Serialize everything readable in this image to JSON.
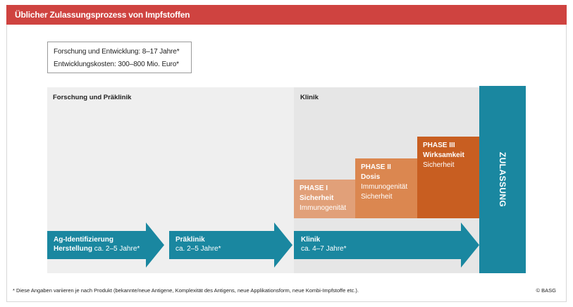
{
  "header": {
    "title": "Üblicher Zulassungsprozess von Impfstoffen"
  },
  "info": {
    "line1": "Forschung und Entwicklung: 8–17 Jahre*",
    "line2": "Entwicklungskosten: 300–800 Mio. Euro*"
  },
  "zones": {
    "pre": "Forschung und Präklinik",
    "clinic": "Klinik"
  },
  "phases": [
    {
      "title": "PHASE I",
      "bold": "Sicherheit",
      "lines": [
        "Immunogenität"
      ]
    },
    {
      "title": "PHASE II",
      "bold": "Dosis",
      "lines": [
        "Immunogenität",
        "Sicherheit"
      ]
    },
    {
      "title": "PHASE III",
      "bold": "Wirksamkeit",
      "lines": [
        "Sicherheit"
      ]
    }
  ],
  "arrows": [
    {
      "bold1": "Ag-Identifizierung",
      "bold2": "Herstellung",
      "rest": " ca. 2–5 Jahre*"
    },
    {
      "bold1": "Präklinik",
      "line2": "ca. 2–5 Jahre*"
    },
    {
      "bold1": "Klinik",
      "line2": "ca. 4–7 Jahre*"
    }
  ],
  "approval": "ZULASSUNG",
  "footnote": "* Diese Angaben variieren je nach Produkt (bekannte/neue Antigene, Komplexität des Antigens, neue Applikationsform, neue Kombi-Impfstoffe etc.).",
  "copyright": "© BASG",
  "colors": {
    "header": "#cf4340",
    "teal": "#1a87a0",
    "phase1": "#e1a079",
    "phase2": "#db8750",
    "phase3": "#c85e21",
    "zone_pre": "#efefef",
    "zone_clinic": "#e6e6e6"
  }
}
